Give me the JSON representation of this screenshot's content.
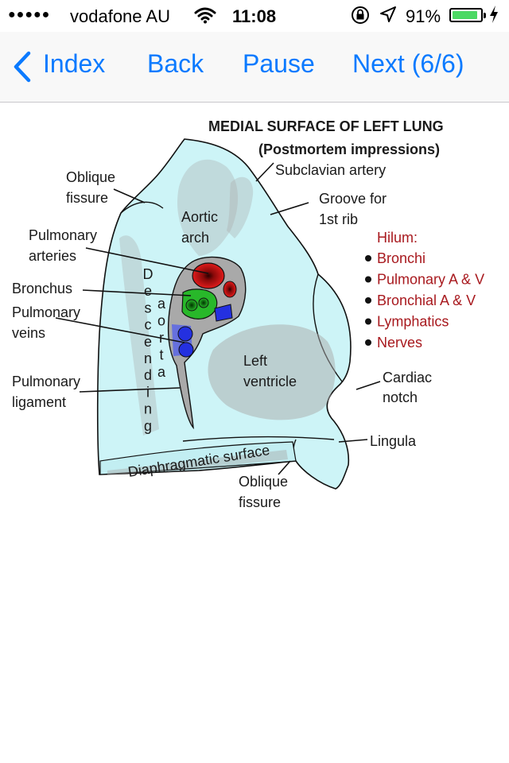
{
  "status_bar": {
    "signal_dots": "●●●●●",
    "carrier": "vodafone AU",
    "time": "11:08",
    "battery_percent": "91%",
    "battery_level": 0.91,
    "icons": [
      "wifi-icon",
      "orientation-lock-icon",
      "location-arrow-icon",
      "battery-icon",
      "charging-bolt-icon"
    ]
  },
  "nav": {
    "back_chevron": "chevron-left-icon",
    "index_label": "Index",
    "back_label": "Back",
    "pause_label": "Pause",
    "next_label": "Next (6/6)"
  },
  "colors": {
    "ios_blue": "#0a7aff",
    "lung_fill": "#cdf4f7",
    "impression_gray": "#a9a9a9",
    "artery_red": "#e11b1b",
    "bronchus_green": "#28b82a",
    "vein_blue": "#2430e0",
    "hilum_text": "#a8191e"
  },
  "diagram": {
    "title": "MEDIAL SURFACE OF LEFT  LUNG",
    "subtitle": "(Postmortem impressions)",
    "labels": {
      "subclavian_artery": "Subclavian artery",
      "oblique_fissure_top_1": "Oblique",
      "oblique_fissure_top_2": "fissure",
      "groove_1": "Groove for",
      "groove_2": "1st rib",
      "aortic_1": "Aortic",
      "aortic_2": "arch",
      "pulm_art_1": "Pulmonary",
      "pulm_art_2": "arteries",
      "bronchus": "Bronchus",
      "pulm_veins_1": "Pulmonary",
      "pulm_veins_2": "veins",
      "pulm_lig_1": "Pulmonary",
      "pulm_lig_2": "ligament",
      "left_ventricle_1": "Left",
      "left_ventricle_2": "ventricle",
      "cardiac_notch_1": "Cardiac",
      "cardiac_notch_2": "notch",
      "lingula": "Lingula",
      "diaphragmatic_surface": "Diaphragmatic surface",
      "oblique_fissure_bottom_1": "Oblique",
      "oblique_fissure_bottom_2": "fissure",
      "descending": [
        "D",
        "e",
        "s",
        "c",
        "e",
        "n",
        "d",
        "i",
        "n",
        "g"
      ],
      "aorta": [
        "a",
        "o",
        "r",
        "t",
        "a"
      ]
    },
    "hilum": {
      "heading": "Hilum:",
      "items": [
        "Bronchi",
        "Pulmonary A & V",
        "Bronchial A & V",
        "Lymphatics",
        "Nerves"
      ]
    }
  }
}
